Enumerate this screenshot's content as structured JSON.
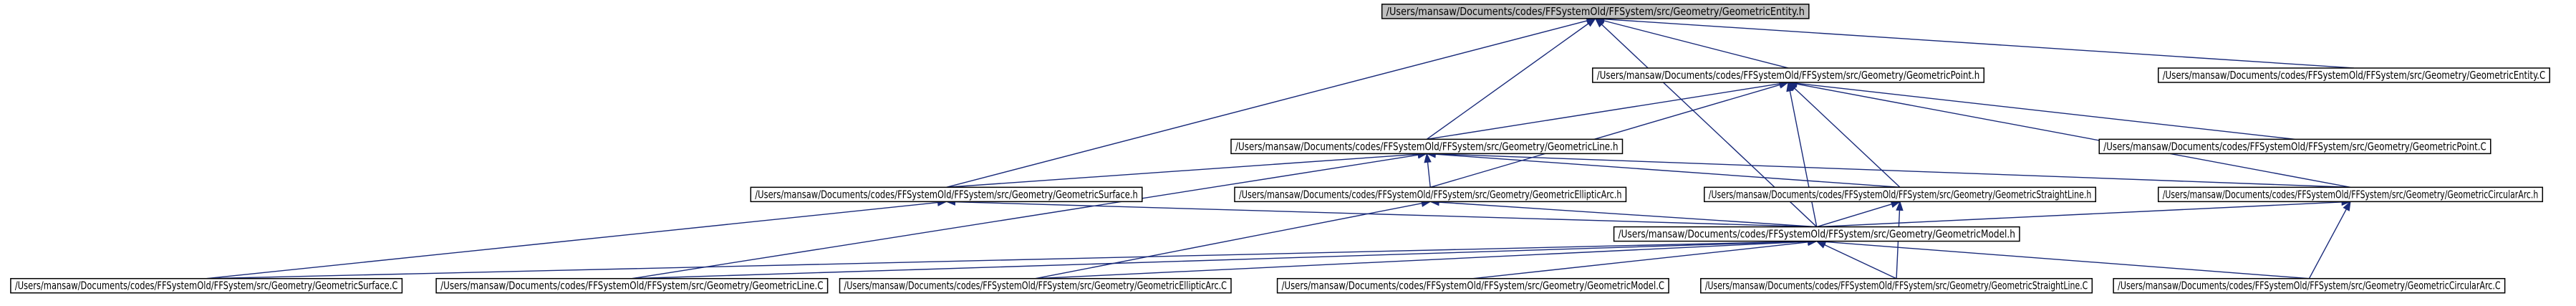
{
  "graph": {
    "nodes": [
      {
        "id": "n0",
        "label": "/Users/mansaw/Documents/codes/FFSystemOld/FFSystem/src/Geometry/GeometricEntity.h",
        "root": true
      },
      {
        "id": "n1",
        "label": "/Users/mansaw/Documents/codes/FFSystemOld/FFSystem/src/Geometry/GeometricPoint.h"
      },
      {
        "id": "n2",
        "label": "/Users/mansaw/Documents/codes/FFSystemOld/FFSystem/src/Geometry/GeometricEntity.C"
      },
      {
        "id": "n3",
        "label": "/Users/mansaw/Documents/codes/FFSystemOld/FFSystem/src/Geometry/GeometricLine.h"
      },
      {
        "id": "n4",
        "label": "/Users/mansaw/Documents/codes/FFSystemOld/FFSystem/src/Geometry/GeometricPoint.C"
      },
      {
        "id": "n5",
        "label": "/Users/mansaw/Documents/codes/FFSystemOld/FFSystem/src/Geometry/GeometricSurface.h"
      },
      {
        "id": "n6",
        "label": "/Users/mansaw/Documents/codes/FFSystemOld/FFSystem/src/Geometry/GeometricEllipticArc.h"
      },
      {
        "id": "n7",
        "label": "/Users/mansaw/Documents/codes/FFSystemOld/FFSystem/src/Geometry/GeometricStraightLine.h"
      },
      {
        "id": "n8",
        "label": "/Users/mansaw/Documents/codes/FFSystemOld/FFSystem/src/Geometry/GeometricCircularArc.h"
      },
      {
        "id": "n9",
        "label": "/Users/mansaw/Documents/codes/FFSystemOld/FFSystem/src/Geometry/GeometricModel.h"
      },
      {
        "id": "n10",
        "label": "/Users/mansaw/Documents/codes/FFSystemOld/FFSystem/src/Geometry/GeometricSurface.C"
      },
      {
        "id": "n11",
        "label": "/Users/mansaw/Documents/codes/FFSystemOld/FFSystem/src/Geometry/GeometricLine.C"
      },
      {
        "id": "n12",
        "label": "/Users/mansaw/Documents/codes/FFSystemOld/FFSystem/src/Geometry/GeometricEllipticArc.C"
      },
      {
        "id": "n13",
        "label": "/Users/mansaw/Documents/codes/FFSystemOld/FFSystem/src/Geometry/GeometricModel.C"
      },
      {
        "id": "n14",
        "label": "/Users/mansaw/Documents/codes/FFSystemOld/FFSystem/src/Geometry/GeometricStraightLine.C"
      },
      {
        "id": "n15",
        "label": "/Users/mansaw/Documents/codes/FFSystemOld/FFSystem/src/Geometry/GeometricCircularArc.C"
      }
    ],
    "edges": [
      {
        "from": "n1",
        "to": "n0"
      },
      {
        "from": "n2",
        "to": "n0"
      },
      {
        "from": "n3",
        "to": "n0"
      },
      {
        "from": "n5",
        "to": "n0"
      },
      {
        "from": "n9",
        "to": "n0"
      },
      {
        "from": "n3",
        "to": "n1"
      },
      {
        "from": "n4",
        "to": "n1"
      },
      {
        "from": "n6",
        "to": "n1"
      },
      {
        "from": "n7",
        "to": "n1"
      },
      {
        "from": "n8",
        "to": "n1"
      },
      {
        "from": "n9",
        "to": "n1"
      },
      {
        "from": "n5",
        "to": "n3"
      },
      {
        "from": "n6",
        "to": "n3"
      },
      {
        "from": "n7",
        "to": "n3"
      },
      {
        "from": "n8",
        "to": "n3"
      },
      {
        "from": "n11",
        "to": "n3"
      },
      {
        "from": "n9",
        "to": "n5"
      },
      {
        "from": "n10",
        "to": "n5"
      },
      {
        "from": "n9",
        "to": "n6"
      },
      {
        "from": "n12",
        "to": "n6"
      },
      {
        "from": "n9",
        "to": "n7"
      },
      {
        "from": "n14",
        "to": "n7"
      },
      {
        "from": "n9",
        "to": "n8"
      },
      {
        "from": "n15",
        "to": "n8"
      },
      {
        "from": "n13",
        "to": "n9"
      },
      {
        "from": "n10",
        "to": "n9"
      },
      {
        "from": "n11",
        "to": "n9"
      },
      {
        "from": "n12",
        "to": "n9"
      },
      {
        "from": "n14",
        "to": "n9"
      },
      {
        "from": "n15",
        "to": "n9"
      }
    ]
  }
}
